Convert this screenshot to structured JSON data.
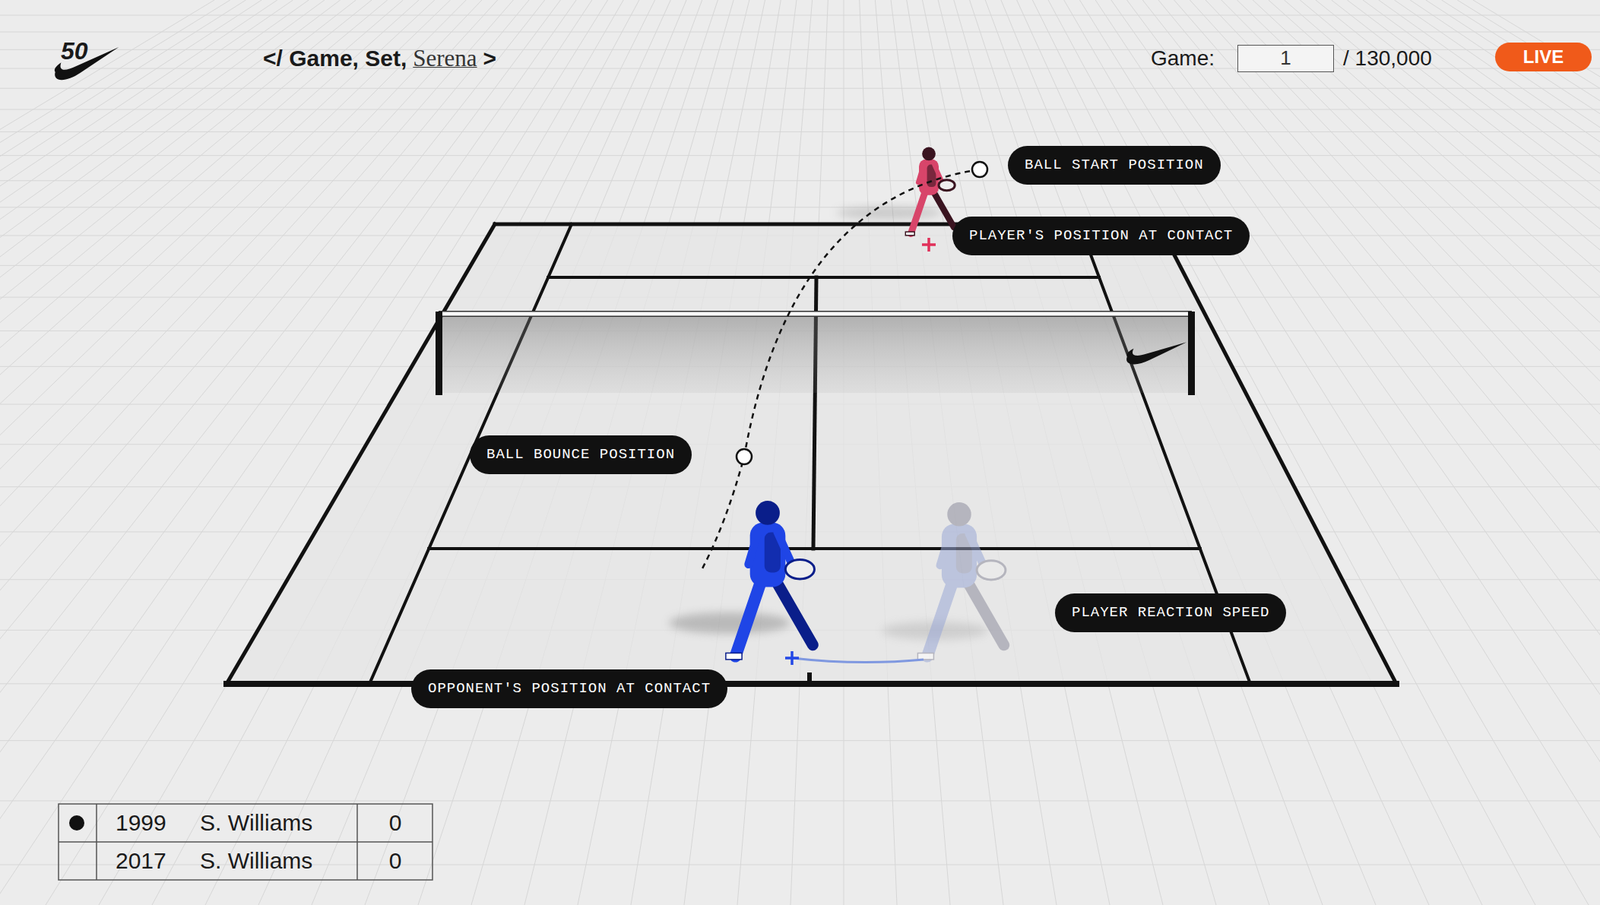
{
  "diagram": {
    "nodes": [
      {
        "text": [
          "1"
        ]
      },
      {
        "text": [
          "LIVE"
        ]
      },
      {
        "text": [
          "BALL START POSITION"
        ]
      },
      {
        "text": [
          "PLAYER'S POSITION AT CONTACT"
        ]
      },
      {
        "text": [
          "BALL BOUNCE POSITION"
        ]
      },
      {
        "text": [
          "PLAYER REACTION SPEED"
        ]
      },
      {
        "text": [
          "OPPONENT'S POSITION AT CONTACT"
        ]
      }
    ],
    "labels": [
      "50",
      "</ Game, Set,",
      "Serena",
      ">",
      "Game:",
      "/ 130,000",
      "1999",
      "S. Williams",
      "0",
      "2017",
      "S. Williams",
      "0"
    ]
  }
}
